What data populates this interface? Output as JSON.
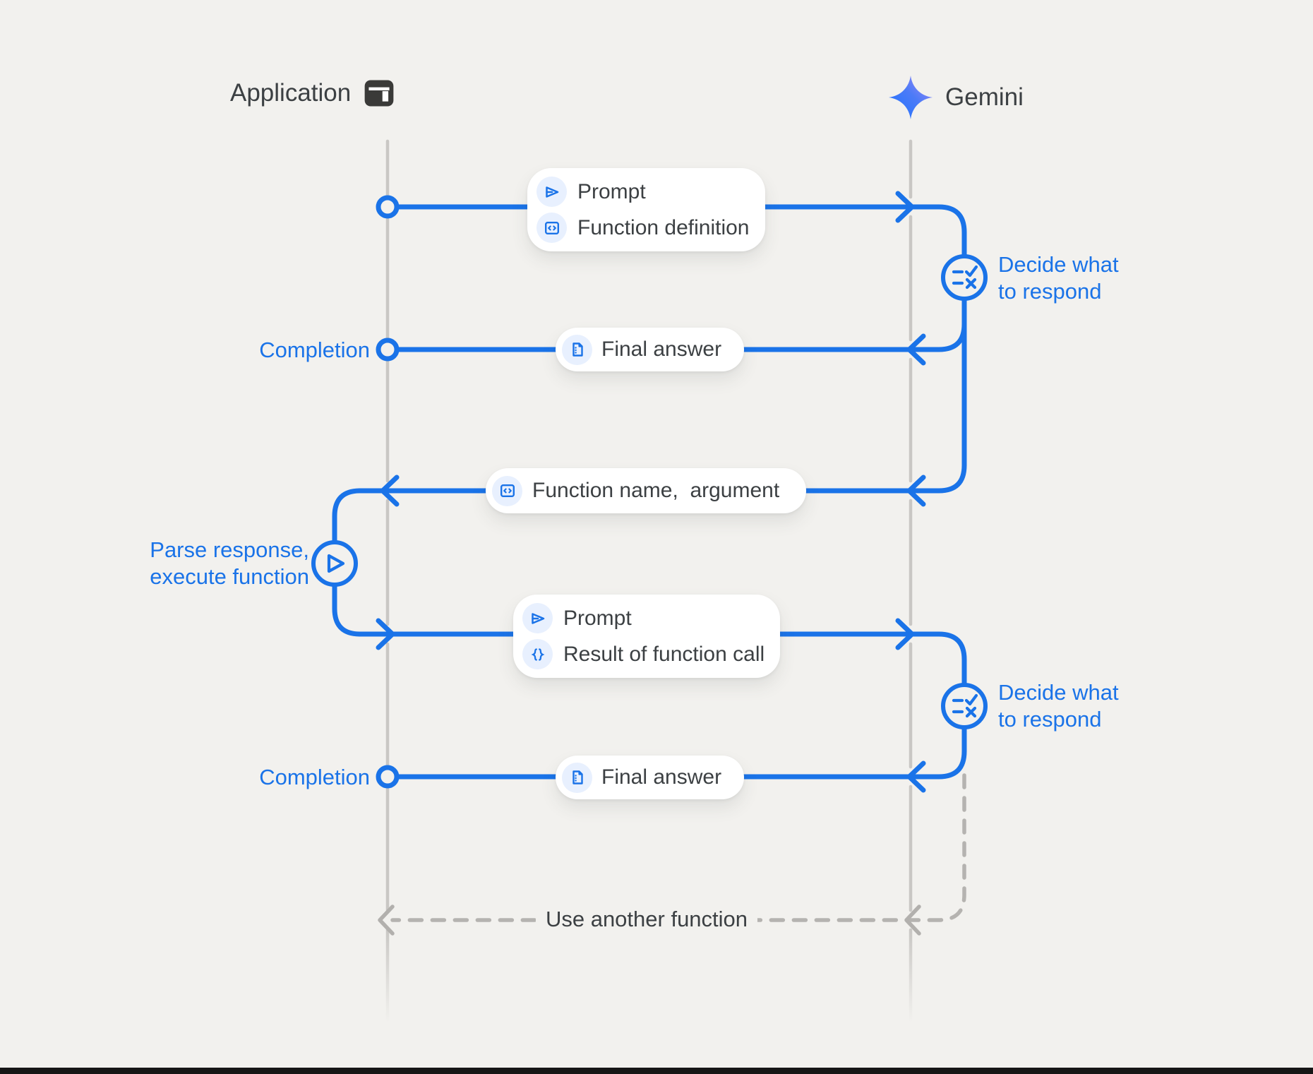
{
  "colors": {
    "background": "#f2f1ee",
    "accent_blue": "#1a73e8",
    "icon_circle_bg": "#e8f0fe",
    "dark_text": "#3c4043",
    "lifeline_gray": "#c9c7c4",
    "dashed_gray": "#b5b3b0"
  },
  "actors": {
    "application": {
      "label": "Application",
      "icon": "app-window-icon"
    },
    "gemini": {
      "label": "Gemini",
      "icon": "gemini-sparkle-icon"
    }
  },
  "messages": {
    "prompt_function_definition": {
      "rows": [
        {
          "icon": "send-icon",
          "label": "Prompt"
        },
        {
          "icon": "code-box-icon",
          "label": "Function definition"
        }
      ]
    },
    "final_answer_1": {
      "icon": "document-icon",
      "label": "Final answer"
    },
    "function_name_argument": {
      "icon": "code-box-icon",
      "label": "Function name,  argument"
    },
    "prompt_result": {
      "rows": [
        {
          "icon": "send-icon",
          "label": "Prompt"
        },
        {
          "icon": "braces-icon",
          "label": "Result of function call"
        }
      ]
    },
    "final_answer_2": {
      "icon": "document-icon",
      "label": "Final answer"
    }
  },
  "annotations": {
    "decide_1": {
      "line1": "Decide what",
      "line2": "to respond",
      "icon": "decide-rules-icon"
    },
    "decide_2": {
      "line1": "Decide what",
      "line2": "to respond",
      "icon": "decide-rules-icon"
    },
    "parse": {
      "line1": "Parse response,",
      "line2": "execute function",
      "icon": "play-icon"
    },
    "completion_1": {
      "label": "Completion"
    },
    "completion_2": {
      "label": "Completion"
    },
    "use_another_function": {
      "label": "Use another function"
    }
  }
}
